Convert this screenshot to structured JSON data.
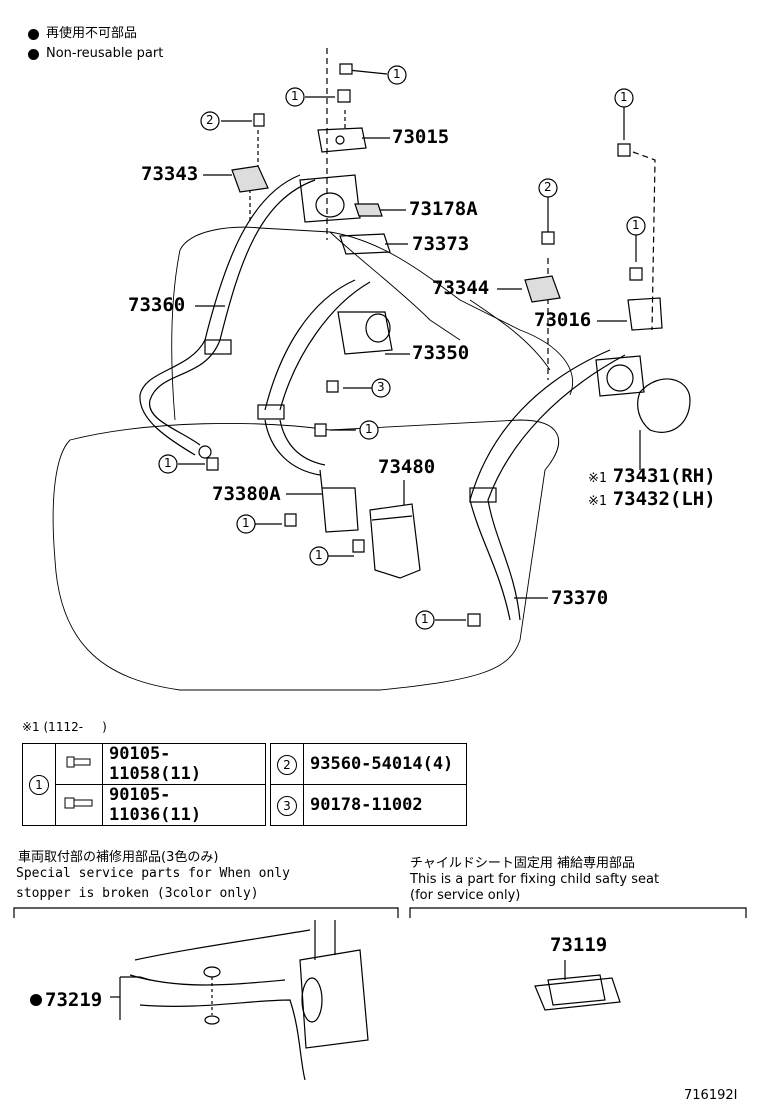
{
  "legend": {
    "jp": "再使用不可部品",
    "en": "Non-reusable part"
  },
  "callouts": {
    "c1": "1",
    "c2": "2",
    "c3": "3"
  },
  "parts": {
    "p73015": "73015",
    "p73343": "73343",
    "p73178A": "73178A",
    "p73373": "73373",
    "p73360": "73360",
    "p73344": "73344",
    "p73016": "73016",
    "p73350": "73350",
    "p73480": "73480",
    "p73380A": "73380A",
    "p73431": "73431(RH)",
    "p73432": "73432(LH)",
    "p73370": "73370",
    "note1_mark": "※1",
    "note1_mark2": "※1"
  },
  "note1": "※1 (1112-     )",
  "bom": {
    "row1_part": "90105-11058(11)",
    "row2_part": "90105-11036(11)",
    "row1_part2": "93560-54014(4)",
    "row2_part2": "90178-11002"
  },
  "left_note": {
    "jp": "車両取付部の補修用部品(3色のみ)",
    "en_line1": "Special service parts for When only",
    "en_line2": "stopper is broken (3color only)",
    "part": "73219"
  },
  "right_note": {
    "jp": "チャイルドシート固定用 補給専用部品",
    "en_line1": "This is a part for fixing child safty seat",
    "en_line2": "(for service only)",
    "part": "73119"
  },
  "figure_id": "716192I"
}
